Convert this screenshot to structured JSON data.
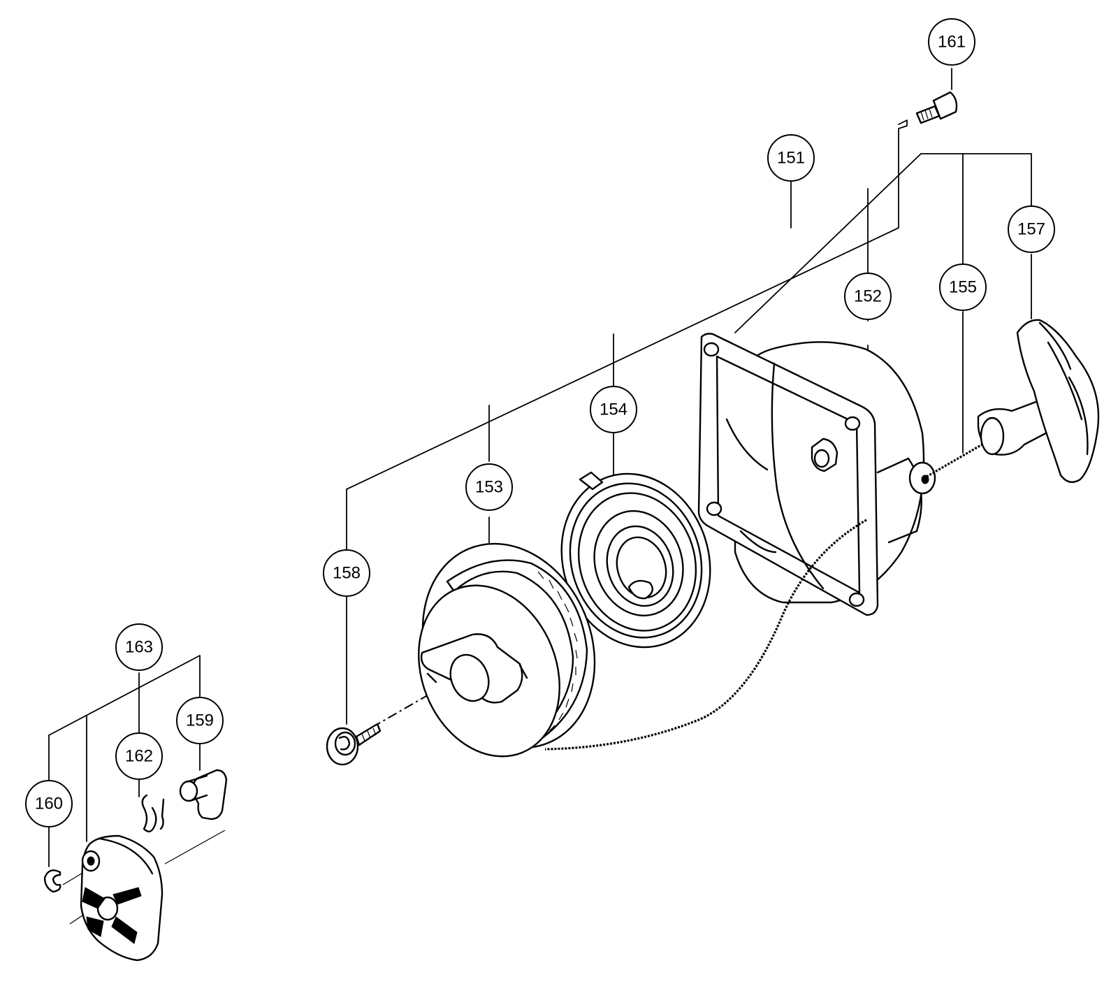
{
  "callouts": [
    {
      "id": "151",
      "label": "151"
    },
    {
      "id": "152",
      "label": "152"
    },
    {
      "id": "153",
      "label": "153"
    },
    {
      "id": "154",
      "label": "154"
    },
    {
      "id": "155",
      "label": "155"
    },
    {
      "id": "157",
      "label": "157"
    },
    {
      "id": "158",
      "label": "158"
    },
    {
      "id": "159",
      "label": "159"
    },
    {
      "id": "160",
      "label": "160"
    },
    {
      "id": "161",
      "label": "161"
    },
    {
      "id": "162",
      "label": "162"
    },
    {
      "id": "163",
      "label": "163"
    }
  ]
}
